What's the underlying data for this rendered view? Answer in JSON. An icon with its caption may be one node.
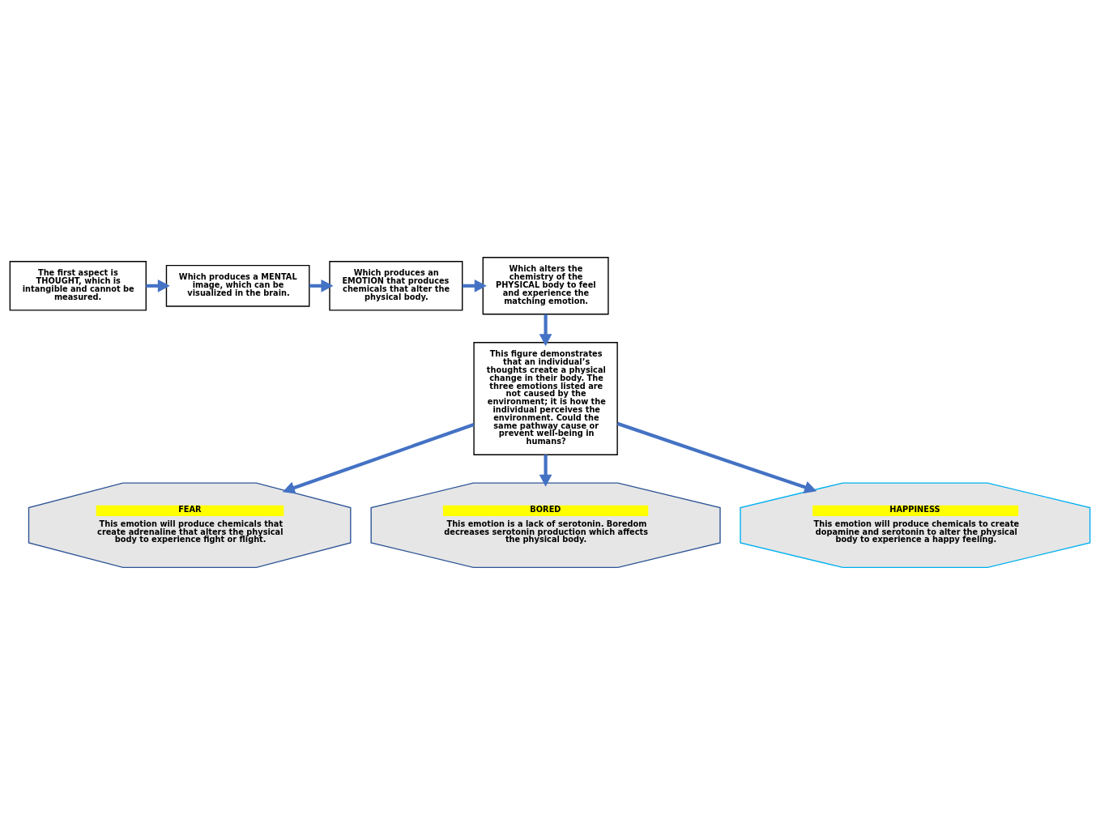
{
  "diagram": {
    "nodes": [
      {
        "text": [
          "The first aspect is THOUGHT, which is intangible and cannot be measured."
        ]
      },
      {
        "text": [
          "Which produces a MENTAL image, which can be visualized in the brain."
        ]
      },
      {
        "text": [
          "Which produces an EMOTION that produces chemicals that alter the physical body."
        ]
      },
      {
        "text": [
          "Which alters the chemistry of the PHYSICAL body to feel and experience the matching emotion."
        ]
      },
      {
        "text": [
          "This figure demonstrates that an individual’s thoughts create a physical change in their body. The three emotions listed are not caused by the environment; it is how the individual perceives the environment. Could the same pathway cause or prevent well-being in humans?"
        ]
      },
      {
        "text": [
          "FEAR",
          "This emotion will produce chemicals that create adrenaline that alters the physical body to experience fight or flight."
        ]
      },
      {
        "text": [
          "BORED",
          "This emotion is a lack of serotonin. Boredom decreases serotonin production which affects the physical body."
        ]
      },
      {
        "text": [
          "HAPPINESS",
          "This emotion will produce chemicals to create dopamine and serotonin to alter the physical body to experience a happy feeling."
        ]
      }
    ],
    "edges": [
      {
        "from": 0,
        "to": 1,
        "arrow": "to"
      },
      {
        "from": 1,
        "to": 2,
        "arrow": "to"
      },
      {
        "from": 2,
        "to": 3,
        "arrow": "to"
      },
      {
        "from": 3,
        "to": 4,
        "arrow": "to"
      },
      {
        "from": 4,
        "to": 5,
        "arrow": "to"
      },
      {
        "from": 4,
        "to": 6,
        "arrow": "to"
      },
      {
        "from": 4,
        "to": 7,
        "arrow": "to"
      }
    ]
  }
}
